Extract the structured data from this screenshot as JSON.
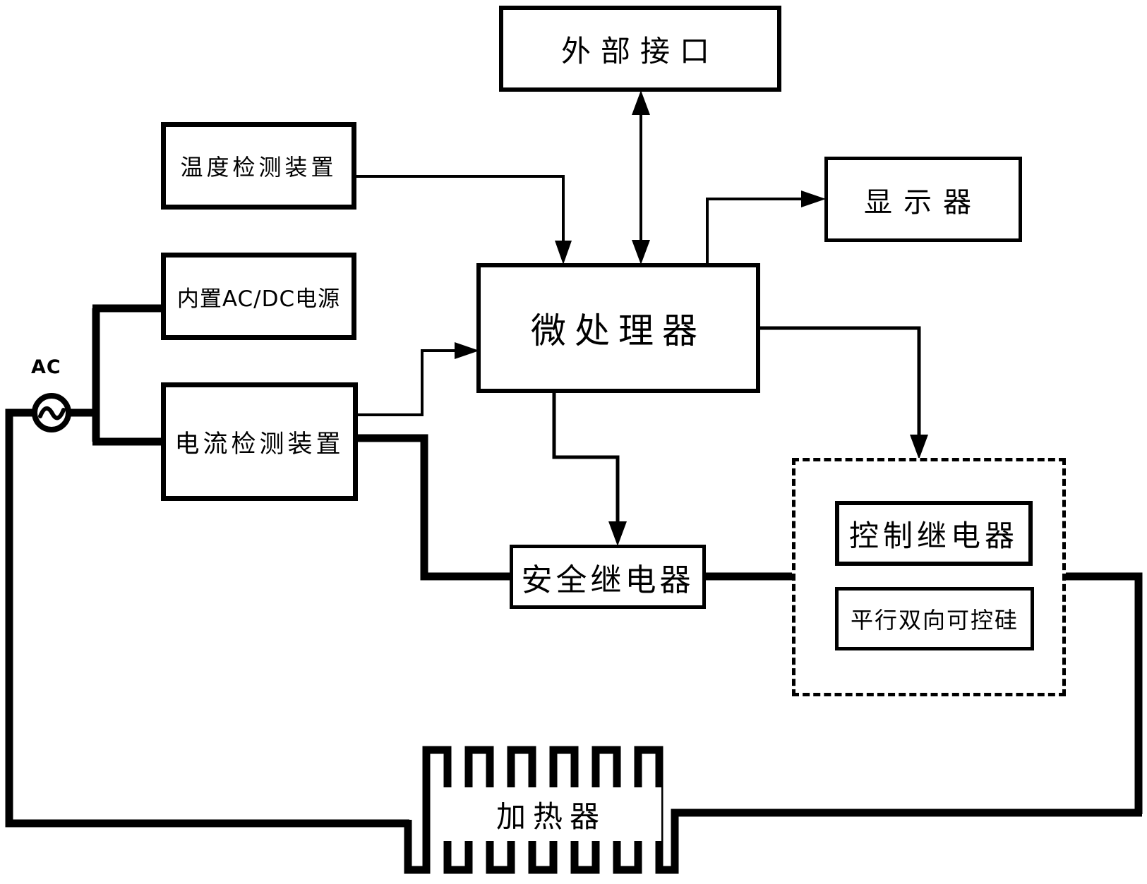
{
  "diagram": {
    "type": "block-diagram",
    "background": "#ffffff",
    "line_color": "#000000",
    "blocks": {
      "external_interface": "外部接口",
      "temperature_detector": "温度检测装置",
      "acdc_power": "内置AC/DC电源",
      "current_detector": "电流检测装置",
      "microprocessor": "微处理器",
      "display": "显示器",
      "safety_relay": "安全继电器",
      "control_relay": "控制继电器",
      "parallel_triac": "平行双向可控硅",
      "heater": "加热器",
      "ac_source": "AC"
    }
  }
}
